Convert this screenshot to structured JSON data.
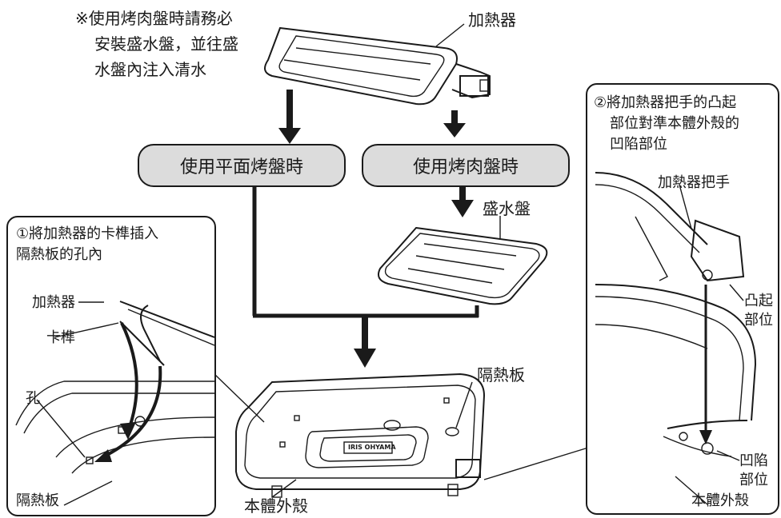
{
  "note": {
    "line1": "※使用烤肉盤時請務必",
    "line2": "安裝盛水盤，並往盛",
    "line3": "水盤內注入清水"
  },
  "top_heater_label": "加熱器",
  "flat_plate_label": "使用平面烤盤時",
  "grill_plate_label": "使用烤肉盤時",
  "water_tray_label": "盛水盤",
  "heat_shield_label": "隔熱板",
  "body_label": "本體外殼",
  "left_panel": {
    "title1": "①將加熱器的卡榫插入",
    "title2": "隔熱板的孔內",
    "heater": "加熱器",
    "latch": "卡榫",
    "hole": "孔",
    "shield": "隔熱板"
  },
  "right_panel": {
    "title1": "②將加熱器把手的凸起",
    "title2": "部位對準本體外殼的",
    "title3": "凹陷部位",
    "handle": "加熱器把手",
    "protrusion1": "凸起",
    "protrusion2": "部位",
    "recess1": "凹陷",
    "recess2": "部位",
    "body": "本體外殼"
  },
  "brand_mark": "IRIS OHYAMA"
}
